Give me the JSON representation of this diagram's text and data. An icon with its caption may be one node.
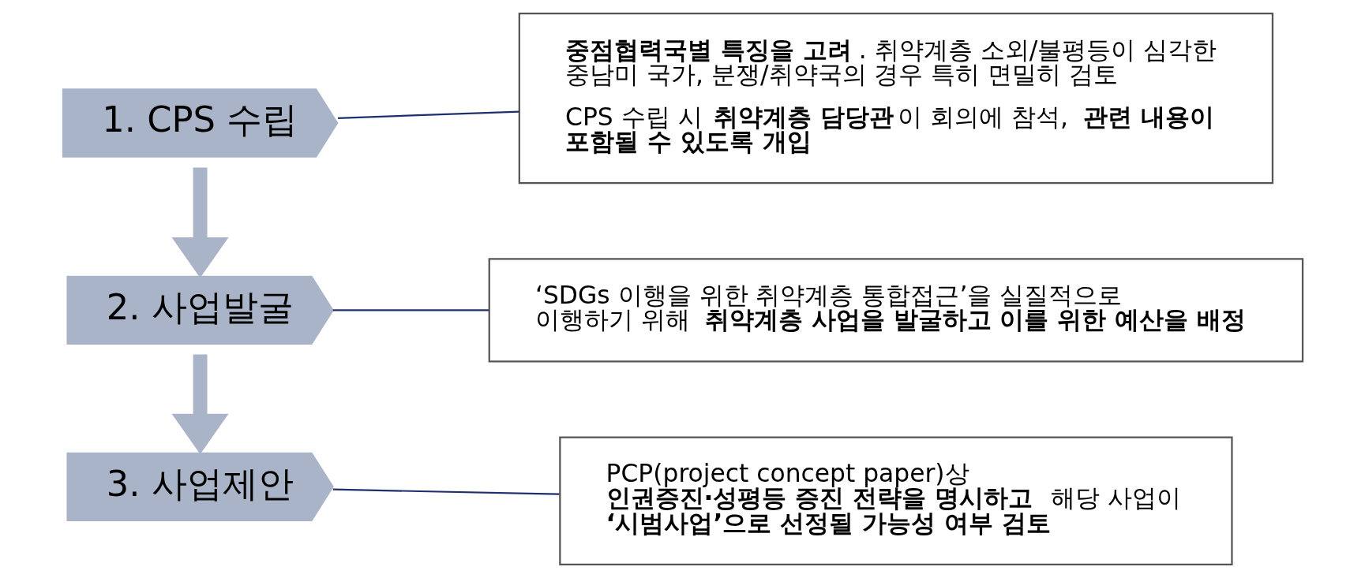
{
  "diagram": {
    "nodes": [
      {
        "text": [
          "1. CPS 수립"
        ]
      },
      {
        "text": [
          "2. 사업발굴"
        ]
      },
      {
        "text": [
          "3. 사업제안"
        ]
      },
      {
        "text": [
          "**중점협력국별 특징을 고려**. 취약계층 소외/불평등이 심각한 중남미 국가, 분쟁/취약국의 경우 특히 면밀히 검토",
          "CPS 수립 시 **취약계층 담당관**이 회의에 참석, **관련 내용이 포함될 수 있도록 개입**"
        ]
      },
      {
        "text": [
          "‘SDGs 이행을 위한 취약계층 통합접근’을 실질적으로 이행하기 위해 **취약계층 사업을 발굴하고 이를 위한 예산을 배정**"
        ]
      },
      {
        "text": [
          "PCP(project concept paper)상 **인권증진·성평등 증진 전략을 명시하고** 해당 사업이 **‘시범사업’으로 선정될 가능성 여부 검토**"
        ]
      }
    ],
    "edges": [
      {
        "from": 0,
        "to": 1,
        "arrow": "to",
        "style": "thick",
        "color": "#aab4c8"
      },
      {
        "from": 1,
        "to": 2,
        "arrow": "to",
        "style": "thick",
        "color": "#aab4c8"
      },
      {
        "from": 0,
        "to": 3,
        "arrow": "none"
      },
      {
        "from": 1,
        "to": 4,
        "arrow": "none"
      },
      {
        "from": 2,
        "to": 5,
        "arrow": "none"
      }
    ]
  }
}
